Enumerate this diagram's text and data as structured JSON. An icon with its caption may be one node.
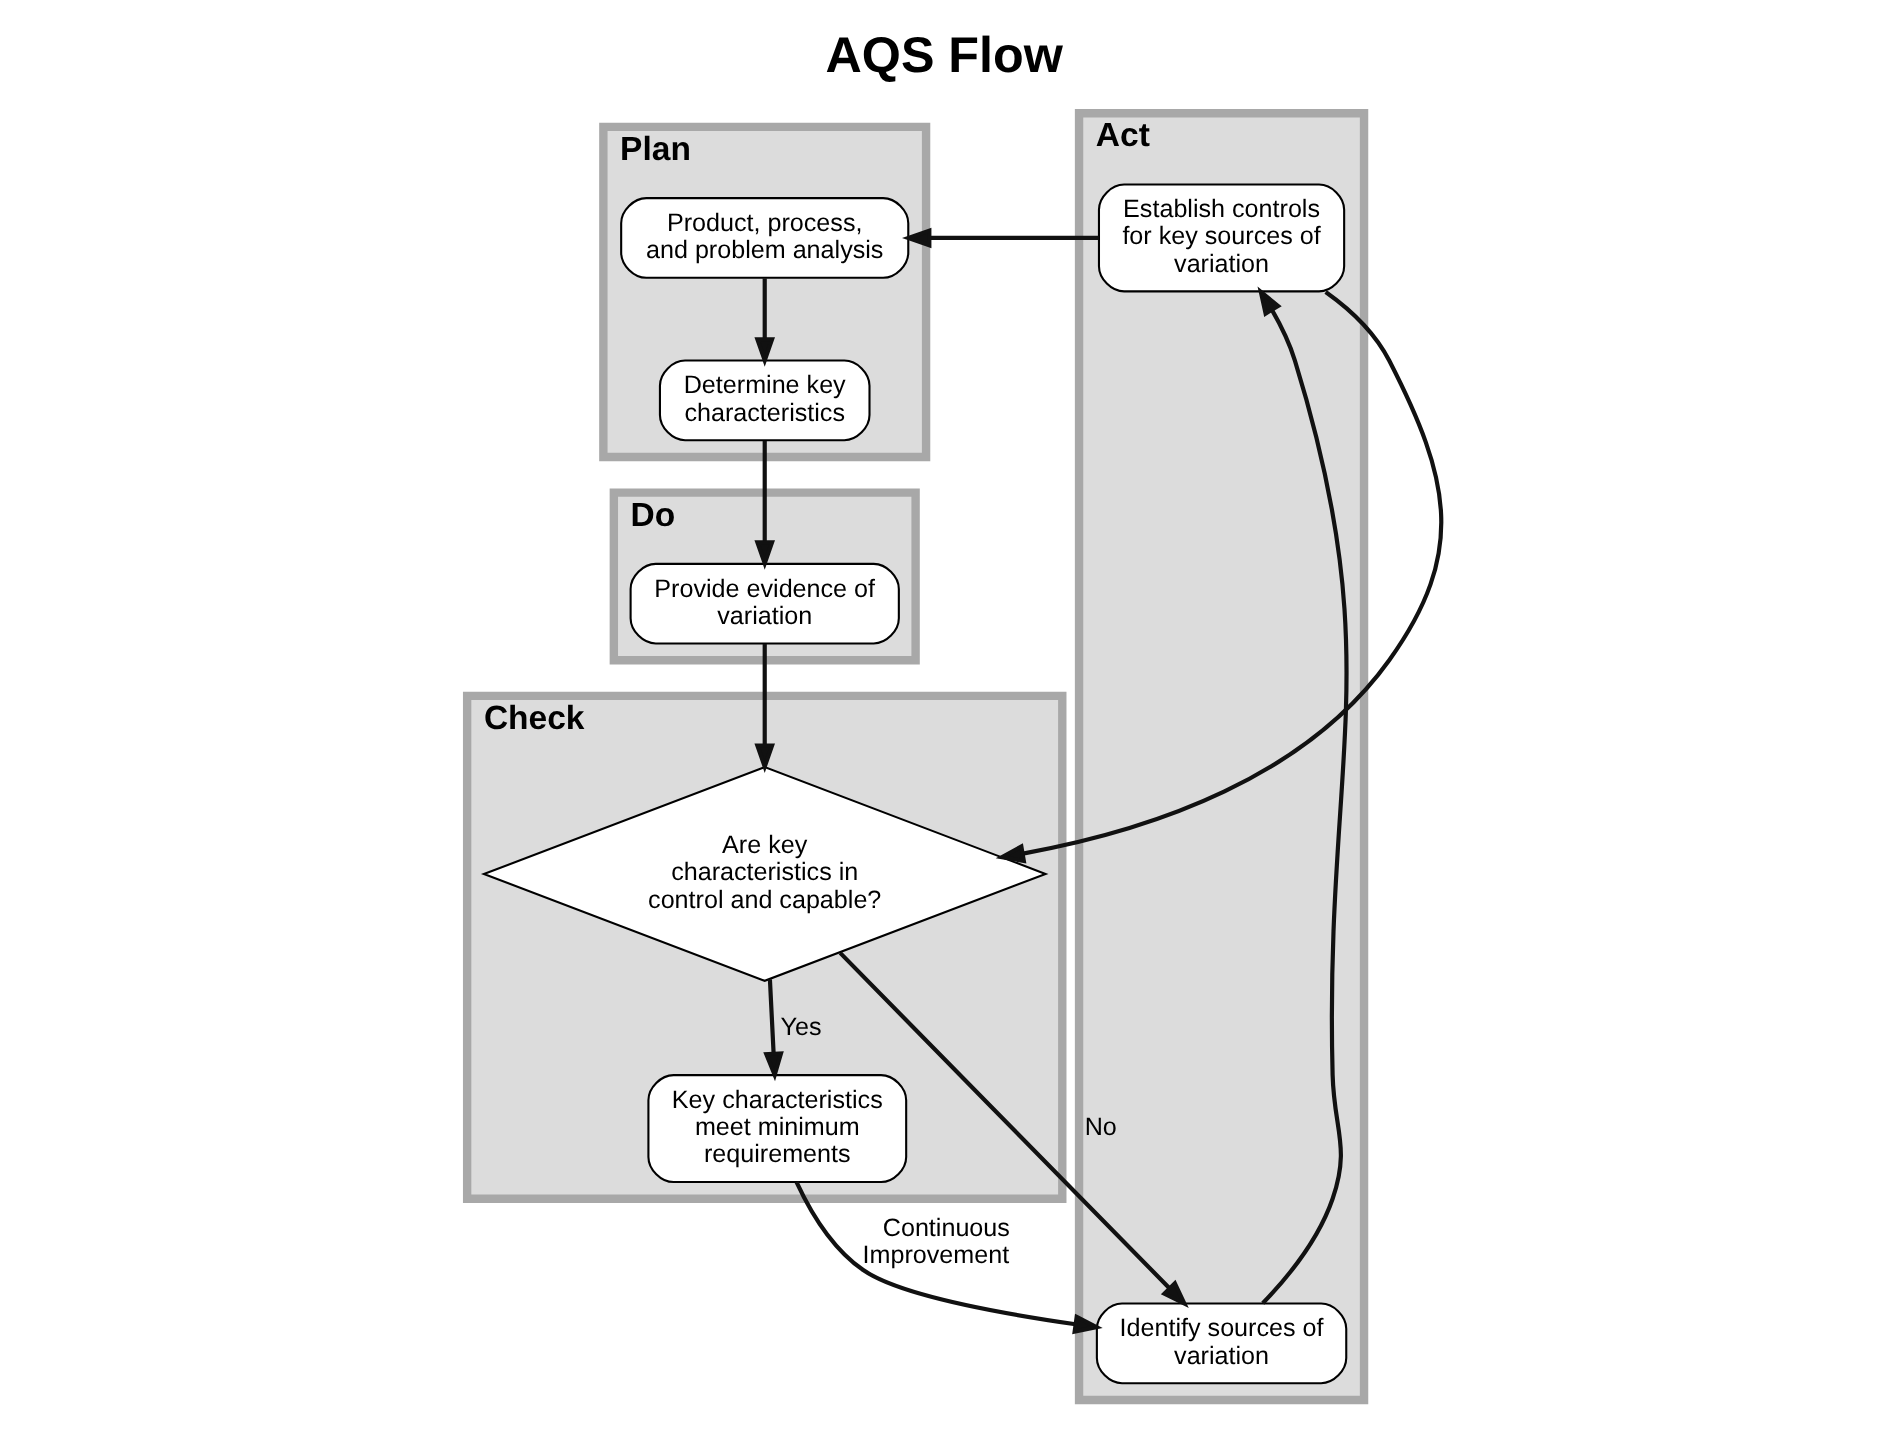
{
  "diagram": {
    "title": "AQS Flow",
    "nodes": [
      {
        "text": [
          "Plan"
        ]
      },
      {
        "text": [
          "Product, process, and problem analysis"
        ],
        "in": 0
      },
      {
        "text": [
          "Determine key characteristics"
        ],
        "in": 0
      },
      {
        "text": [
          "Do"
        ]
      },
      {
        "text": [
          "Provide evidence of variation"
        ],
        "in": 3
      },
      {
        "text": [
          "Check"
        ]
      },
      {
        "text": [
          "Are key characteristics in control and capable?"
        ],
        "in": 5
      },
      {
        "text": [
          "Key characteristics meet minimum requirements"
        ],
        "in": 5
      },
      {
        "text": [
          "Act"
        ]
      },
      {
        "text": [
          "Establish controls for key sources of variation"
        ],
        "in": 8
      },
      {
        "text": [
          "Identify sources of variation"
        ],
        "in": 8
      }
    ],
    "edges": [
      {
        "from": 1,
        "to": 2,
        "arrow": "to"
      },
      {
        "from": 2,
        "to": 4,
        "arrow": "to"
      },
      {
        "from": 4,
        "to": 6,
        "arrow": "to"
      },
      {
        "from": 6,
        "to": 10,
        "arrow": "to",
        "label": "No"
      },
      {
        "from": 6,
        "to": 7,
        "arrow": "to",
        "label": "Yes"
      },
      {
        "from": 7,
        "to": 10,
        "arrow": "to",
        "label": "Continuous Improvement"
      },
      {
        "from": 10,
        "to": 9,
        "arrow": "to"
      },
      {
        "from": 9,
        "to": 1,
        "arrow": "to"
      },
      {
        "from": 9,
        "to": 6,
        "arrow": "to"
      }
    ]
  }
}
